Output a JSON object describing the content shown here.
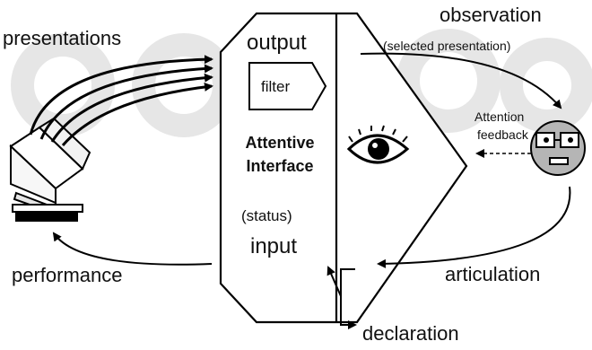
{
  "diagram": {
    "labels": {
      "presentations": "presentations",
      "observation": "observation",
      "selected_presentation": "(selected presentation)",
      "attention_feedback_line1": "Attention",
      "attention_feedback_line2": "feedback",
      "output": "output",
      "filter": "filter",
      "attentive_line1": "Attentive",
      "attentive_line2": "Interface",
      "status": "(status)",
      "input": "input",
      "performance": "performance",
      "articulation": "articulation",
      "declaration": "declaration"
    },
    "icons": [
      "computer-icon",
      "eye-icon",
      "user-face-icon"
    ],
    "colors": {
      "stroke": "#000000",
      "face_fill": "#b5b5b5",
      "watermark": "#e6e6e6"
    }
  }
}
